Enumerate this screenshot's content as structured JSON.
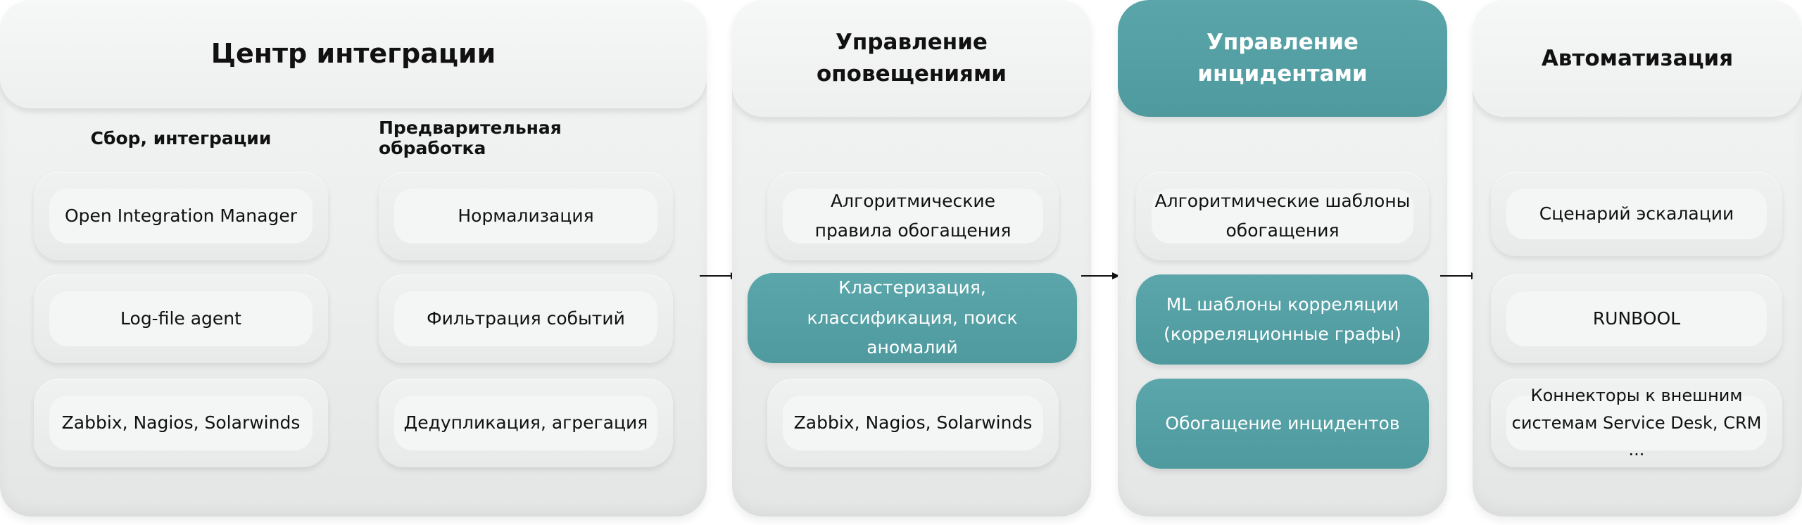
{
  "colors": {
    "teal": "#4f9a9e",
    "panel": "#eceeee",
    "text": "#111111"
  },
  "panels": {
    "integration": {
      "title": "Центр интеграции",
      "collection": {
        "label": "Сбор, интеграции",
        "items": [
          "Open Integration Manager",
          "Log-file agent",
          "Zabbix, Nagios, Solarwinds"
        ]
      },
      "preprocessing": {
        "label": "Предварительная обработка",
        "items": [
          "Нормализация",
          "Фильтрация событий",
          "Дедупликация, агрегация"
        ]
      }
    },
    "alerts": {
      "title": "Управление оповещениями",
      "items": [
        "Алгоритмические правила обогащения",
        "Кластеризация, классификация, поиск аномалий",
        "Zabbix, Nagios, Solarwinds"
      ]
    },
    "incidents": {
      "title": "Управление инцидентами",
      "items": [
        "Алгоритмические шаблоны обогащения",
        "ML шаблоны корреляции (корреляционные графы)",
        "Обогащение инцидентов"
      ]
    },
    "automation": {
      "title": "Автоматизация",
      "items": [
        "Сценарий эскалации",
        "RUNBOOL",
        "Коннекторы к внешним системам Service Desk, CRM ..."
      ]
    }
  }
}
